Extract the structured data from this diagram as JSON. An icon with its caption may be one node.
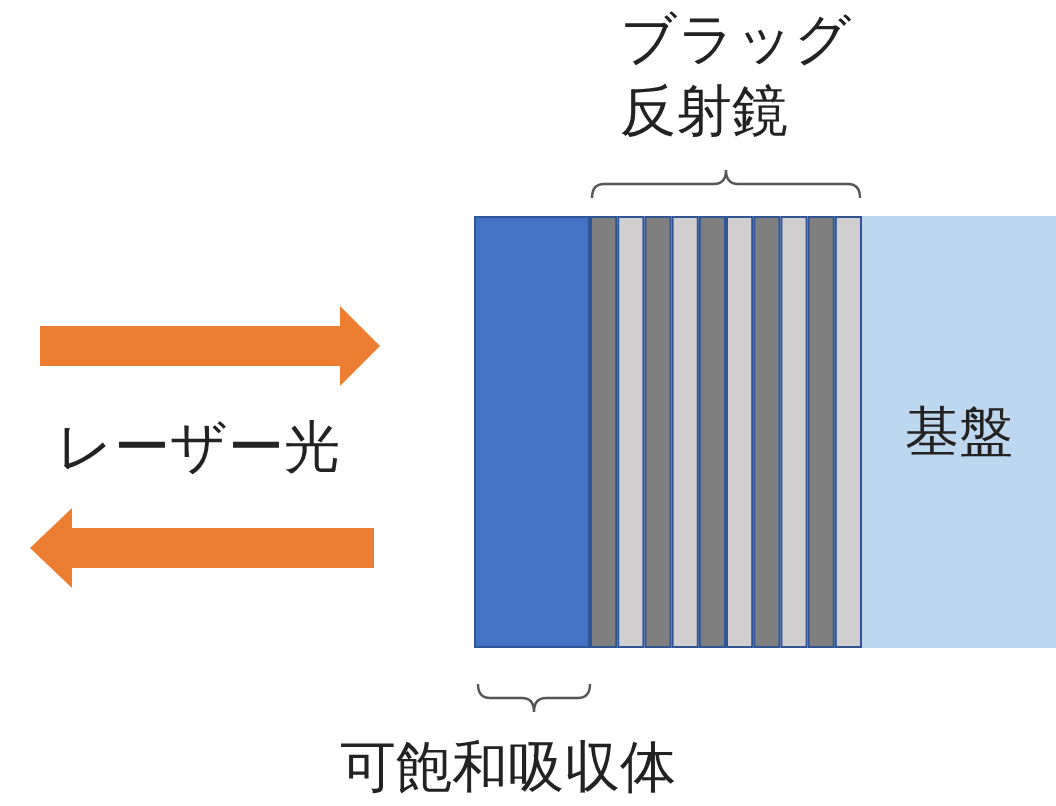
{
  "diagram": {
    "nodes": [
      {
        "text": [],
        "shape": "box"
      },
      {
        "text": [],
        "shape": "box"
      },
      {
        "text": [
          "基盤"
        ]
      }
    ],
    "labels": [
      "ブラッグ反射鏡",
      "レーザー光",
      "可飽和吸収体"
    ]
  }
}
